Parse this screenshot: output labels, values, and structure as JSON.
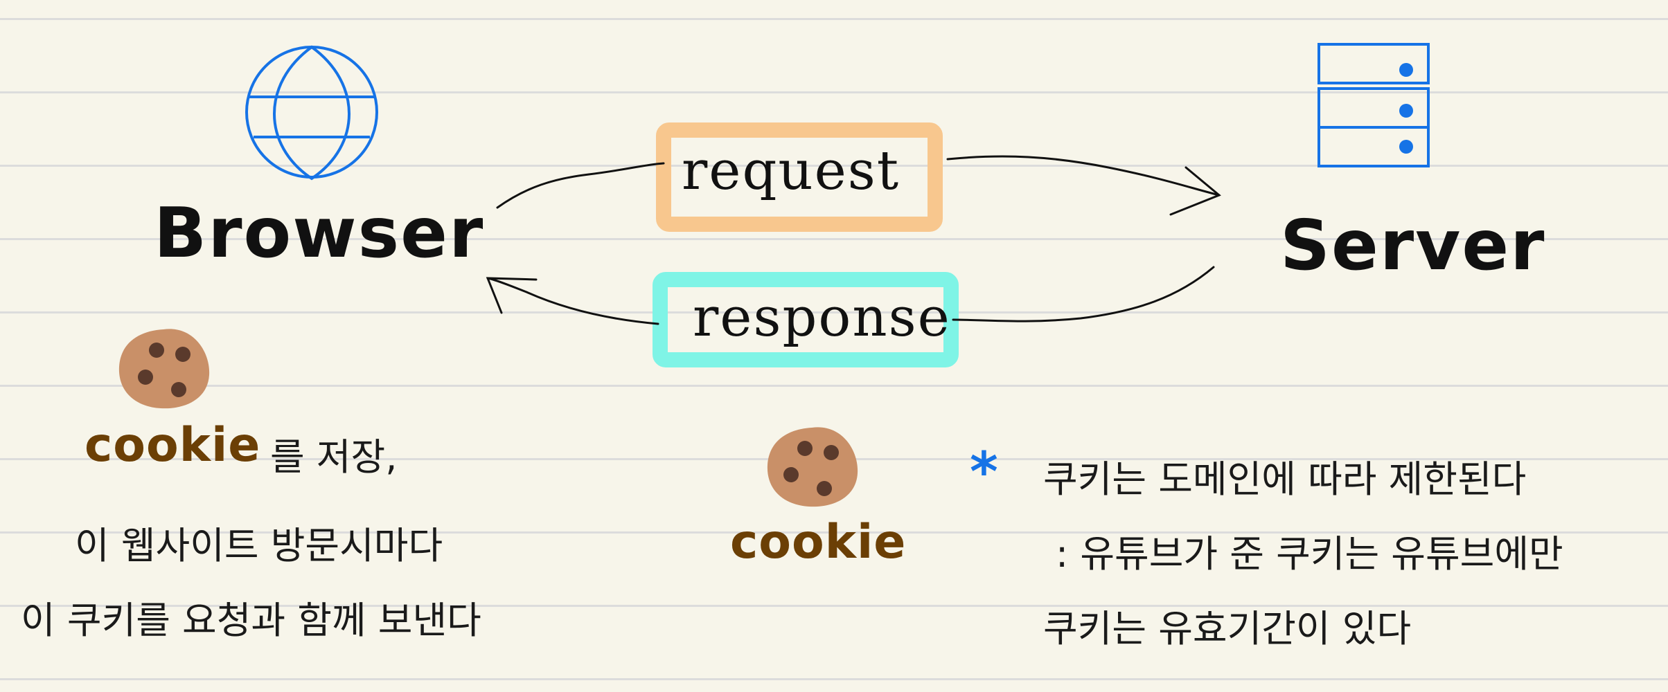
{
  "labels": {
    "browser": "Browser",
    "server": "Server",
    "request": "request",
    "response": "response",
    "cookie_left": "cookie",
    "cookie_center": "cookie"
  },
  "left_notes": {
    "line1_suffix": "를 저장,",
    "line2": "이 웹사이트 방문시마다",
    "line3": "이 쿠키를 요청과 함께 보낸다"
  },
  "right_notes": {
    "bullet": "*",
    "line1": "쿠키는 도메인에 따라 제한된다",
    "line2": ": 유튜브가 준 쿠키는 유튜브에만",
    "line3": "쿠키는 유효기간이 있다"
  },
  "colors": {
    "paper": "#f7f5ea",
    "ruled_line": "#dcdcdc",
    "icon_blue": "#1673e6",
    "request_box": "#f8c78e",
    "response_box": "#7ff4e6",
    "cookie_body": "#c99068",
    "cookie_chip": "#5a3a2c",
    "cookie_text": "#6b3f05",
    "ink": "#111111"
  },
  "icons": {
    "browser": "globe-icon",
    "server": "server-stack-icon",
    "cookie": "cookie-icon",
    "bullet": "asterisk-icon"
  }
}
